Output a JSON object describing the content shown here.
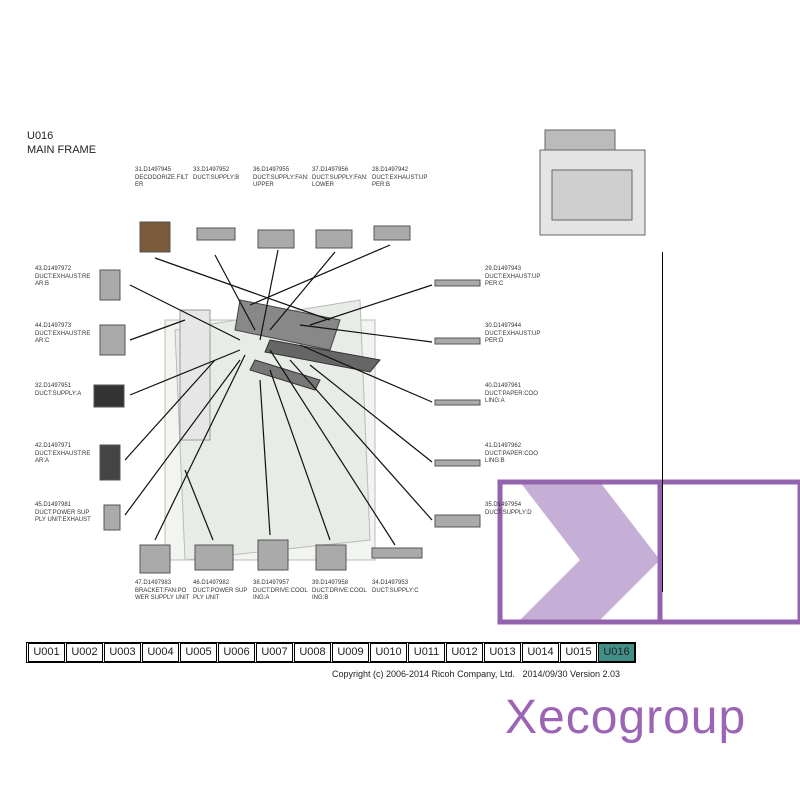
{
  "header": {
    "code": "U016",
    "title": "MAIN FRAME"
  },
  "callouts": {
    "top": [
      {
        "num": "31.D1497945",
        "name": "DECODORIZE FILTER"
      },
      {
        "num": "33.D1497952",
        "name": "DUCT:SUPPLY:B"
      },
      {
        "num": "36.D1497955",
        "name": "DUCT:SUPPLY:FAN:UPPER"
      },
      {
        "num": "37.D1497956",
        "name": "DUCT:SUPPLY:FAN:LOWER"
      },
      {
        "num": "28.D1497942",
        "name": "DUCT:EXHAUST:UPPER:B"
      }
    ],
    "left": [
      {
        "num": "43.D1497972",
        "name": "DUCT:EXHAUST:REAR:B"
      },
      {
        "num": "44.D1497973",
        "name": "DUCT:EXHAUST:REAR:C"
      },
      {
        "num": "32.D1497951",
        "name": "DUCT:SUPPLY:A"
      },
      {
        "num": "42.D1497971",
        "name": "DUCT:EXHAUST:REAR:A"
      },
      {
        "num": "45.D1497981",
        "name": "DUCT:POWER SUPPLY UNIT:EXHAUST"
      }
    ],
    "right": [
      {
        "num": "29.D1497943",
        "name": "DUCT:EXHAUST:UPPER:C"
      },
      {
        "num": "30.D1497944",
        "name": "DUCT:EXHAUST:UPPER:D"
      },
      {
        "num": "40.D1497961",
        "name": "DUCT:PAPER:COOLING:A"
      },
      {
        "num": "41.D1497962",
        "name": "DUCT:PAPER:COOLING:B"
      },
      {
        "num": "35.D1497954",
        "name": "DUCT:SUPPLY:D"
      }
    ],
    "bottom": [
      {
        "num": "47.D1497983",
        "name": "BRACKET:FAN:POWER SUPPLY UNIT"
      },
      {
        "num": "46.D1497982",
        "name": "DUCT:POWER SUPPLY UNIT"
      },
      {
        "num": "38.D1497957",
        "name": "DUCT:DRIVE:COOLING:A"
      },
      {
        "num": "39.D1497958",
        "name": "DUCT:DRIVE:COOLING:B"
      },
      {
        "num": "34.D1497953",
        "name": "DUCT:SUPPLY:C"
      }
    ]
  },
  "nav": {
    "items": [
      "U001",
      "U002",
      "U003",
      "U004",
      "U005",
      "U006",
      "U007",
      "U008",
      "U009",
      "U010",
      "U011",
      "U012",
      "U013",
      "U014",
      "U015",
      "U016"
    ],
    "active": "U016"
  },
  "footer": {
    "copyright": "Copyright (c) 2006-2014 Ricoh Company, Ltd.",
    "date_version": "2014/09/30 Version 2.03"
  },
  "watermark": {
    "text": "Xecogroup"
  },
  "colors": {
    "active_tab": "#3f8f86",
    "watermark": "#8b4aa8"
  }
}
